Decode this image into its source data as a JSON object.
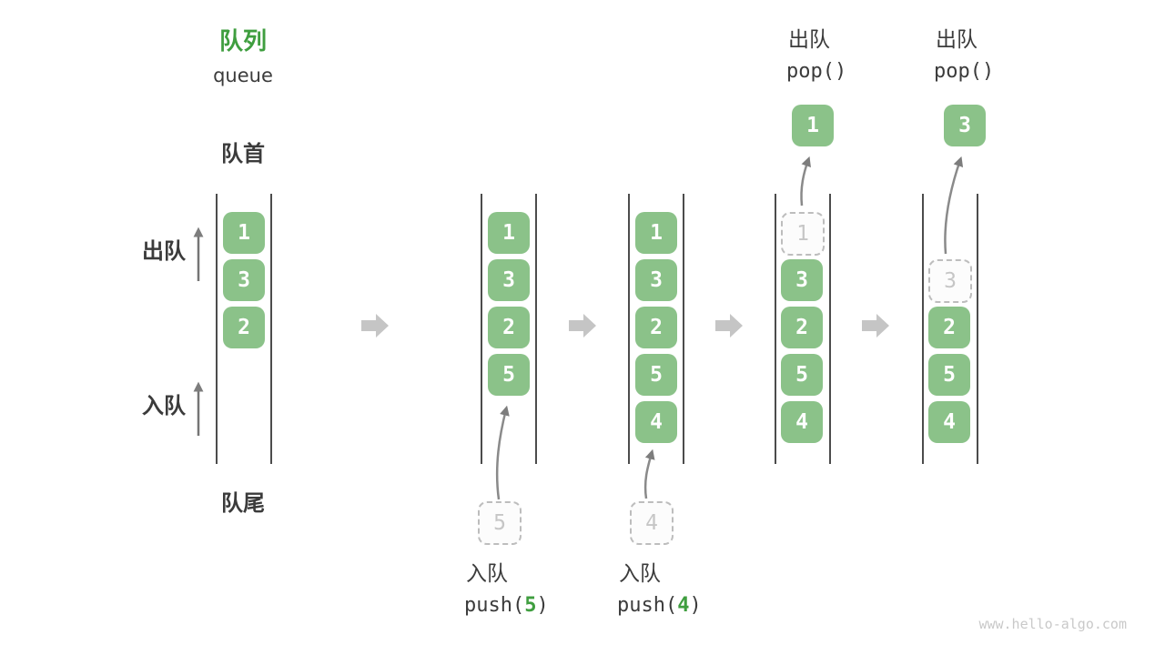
{
  "title": {
    "zh": "队列",
    "en": "queue"
  },
  "labels": {
    "front": "队首",
    "rear": "队尾",
    "side_dequeue": "出队",
    "side_enqueue": "入队"
  },
  "queues": {
    "q1": {
      "r1": "1",
      "r2": "3",
      "r3": "2"
    },
    "q2": {
      "r1": "1",
      "r2": "3",
      "r3": "2",
      "r4": "5",
      "staged": "5"
    },
    "q3": {
      "r1": "1",
      "r2": "3",
      "r3": "2",
      "r4": "5",
      "r5": "4",
      "staged": "4"
    },
    "q4": {
      "ghost": "1",
      "r2": "3",
      "r3": "2",
      "r4": "5",
      "r5": "4",
      "popped": "1"
    },
    "q5": {
      "ghost": "3",
      "r3": "2",
      "r4": "5",
      "r5": "4",
      "popped": "3"
    }
  },
  "operations": {
    "push5": {
      "label": "入队",
      "fn_open": "push(",
      "arg": "5",
      "fn_close": ")"
    },
    "push4": {
      "label": "入队",
      "fn_open": "push(",
      "arg": "4",
      "fn_close": ")"
    },
    "pop1": {
      "label": "出队",
      "code": "pop()"
    },
    "pop2": {
      "label": "出队",
      "code": "pop()"
    }
  },
  "colors": {
    "item_green": "#8bc289",
    "accent_green": "#3f9e3f",
    "step_arrow_gray": "#c5c5c5",
    "wall_line_gray": "#4c4c4c",
    "ghost_gray": "#c6c6c6"
  },
  "watermark": "www.hello-algo.com"
}
